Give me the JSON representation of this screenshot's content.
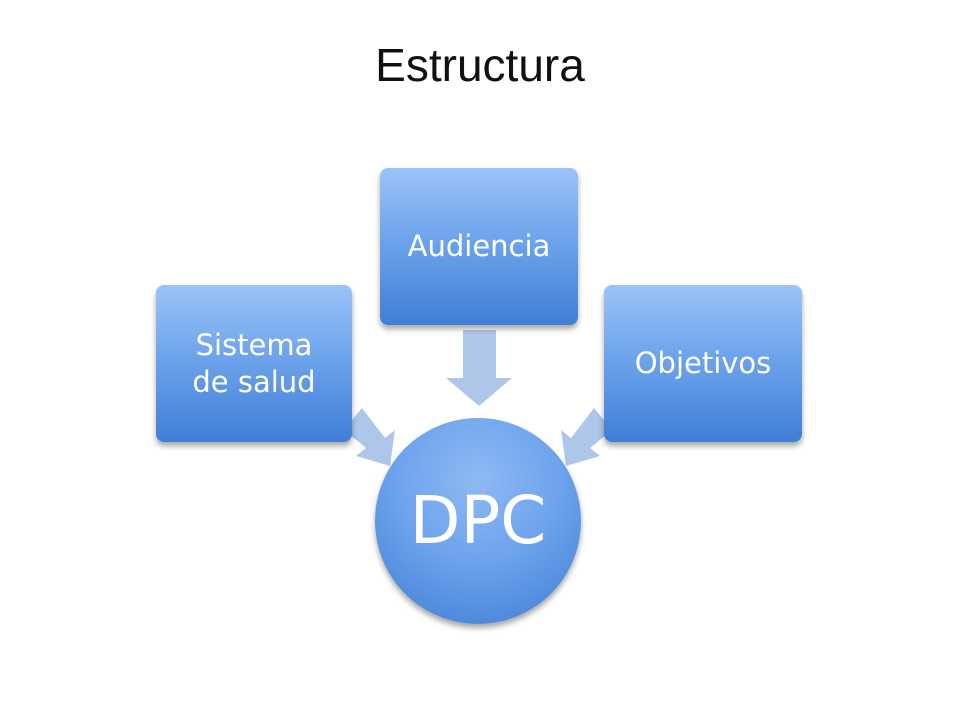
{
  "title": "Estructura",
  "nodes": {
    "left": "Sistema\nde salud",
    "top": "Audiencia",
    "right": "Objetivos",
    "center": "DPC"
  },
  "colors": {
    "node_top": "#9cc3f7",
    "node_bottom": "#3f7fd6",
    "arrow": "#aec6ea"
  }
}
